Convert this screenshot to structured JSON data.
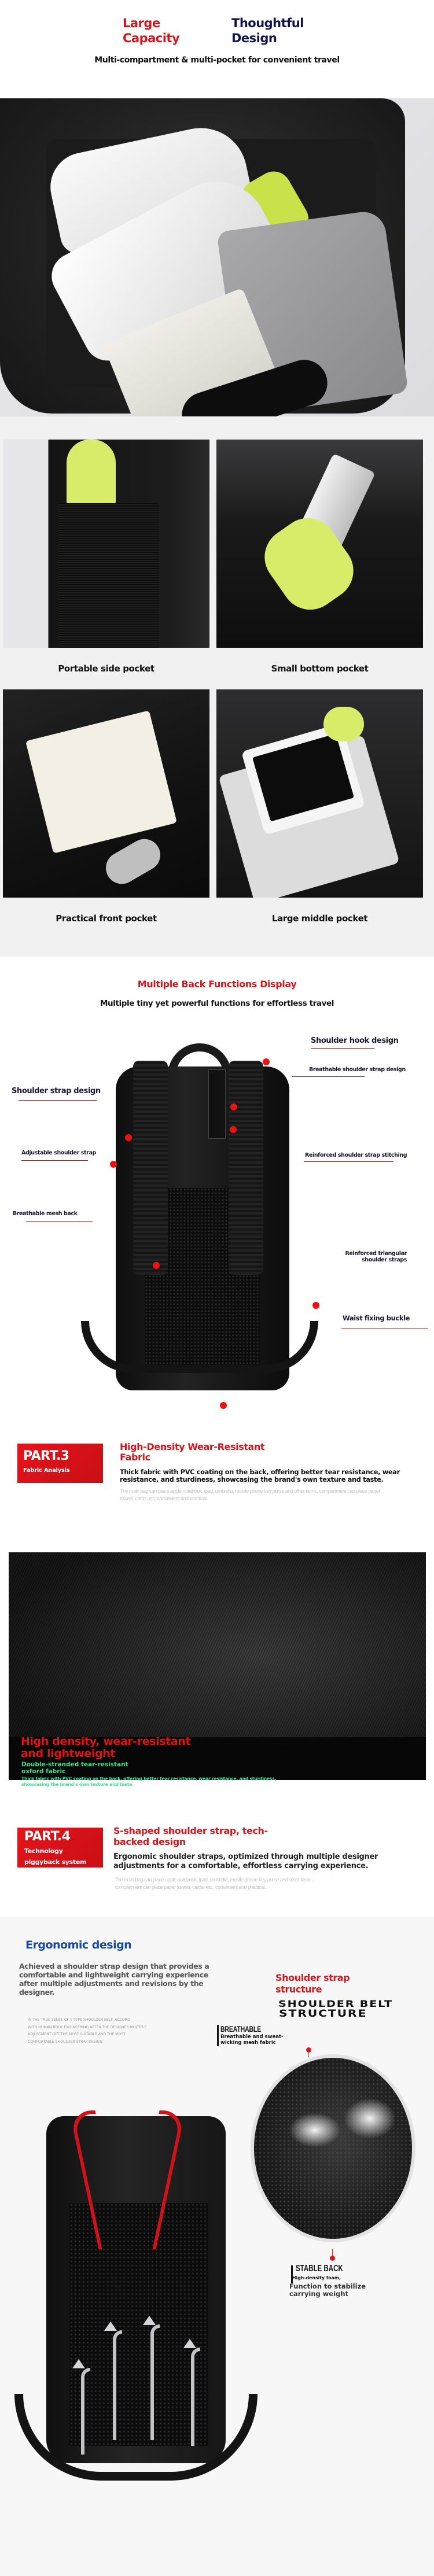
{
  "section_capacity": {
    "title_left": [
      "Large",
      "Capacity"
    ],
    "title_right": [
      "Thoughtful",
      "Design"
    ],
    "subtitle": "Multi-compartment & multi-pocket for convenient travel",
    "image": "backpack-main-compartment-open-photo"
  },
  "section_pockets": {
    "items": [
      {
        "label": "Portable side pocket",
        "image": "side-mesh-pocket-with-umbrella-photo"
      },
      {
        "label": "Small bottom pocket",
        "image": "bottom-pocket-with-umbrella-and-powerbank-photo"
      },
      {
        "label": "Practical front pocket",
        "image": "front-zip-pocket-with-notebook-photo"
      },
      {
        "label": "Large middle pocket",
        "image": "middle-pocket-with-tablet-and-laptop-photo"
      }
    ]
  },
  "section_back": {
    "title": "Multiple Back Functions Display",
    "subtitle": "Multiple tiny yet powerful functions for effortless travel",
    "callouts": {
      "shoulder_hook": "Shoulder hook design",
      "breathable_strap": "Breathable shoulder strap design",
      "shoulder_strap": "Shoulder strap design",
      "reinforced_stitching": "Reinforced shoulder strap stitching",
      "adjustable_strap": "Adjustable shoulder strap",
      "mesh_back": "Breathable mesh back",
      "triangular_straps": [
        "Reinforced triangular",
        "shoulder straps"
      ],
      "waist_buckle": "Waist fixing buckle"
    },
    "accent_color": "#d4161d"
  },
  "section_part3": {
    "badge_title": "PART.3",
    "badge_sub": "Fabric Analysis",
    "heading": [
      "High-Density Wear-Resistant",
      "Fabric"
    ],
    "body": "Thick fabric with PVC coating on the back, offering better tear resistance, wear resistance, and sturdiness, showcasing the brand's own texture and taste.",
    "faint": "The main bag can place apple notebook, ipad, umbrella, mobile phone key purse and other items, compartment can place paper towels, cards, etc, convenient and practical.",
    "overlay_title": [
      "High density, wear-resistant",
      "and lightweight"
    ],
    "overlay_sub": [
      "Double-stranded tear-resistant",
      "oxford fabric"
    ],
    "overlay_body": [
      "Thick fabric with PVC coating on the back, offering better tear resistance, wear resistance, and sturdiness,",
      "showcasing the brand's own texture and taste."
    ],
    "overlay_title_color": "#e01212",
    "overlay_sub_color": "#39e38f"
  },
  "section_part4": {
    "badge_title": "PART.4",
    "badge_sub": [
      "Technology",
      "piggyback system"
    ],
    "heading": [
      "S-shaped shoulder strap, tech-",
      "backed design"
    ],
    "body": [
      "Ergonomic shoulder straps, optimized through multiple designer",
      "adjustments for a comfortable, effortless carrying experience."
    ],
    "faint": [
      "The main bag can place apple notebook, ipad, umbrella, mobile phone key purse and other items,",
      "compartment can place paper towels, cards, etc., convenient and practical."
    ]
  },
  "section_ergonomic": {
    "title": "Ergonomic design",
    "description": "Achieved a shoulder strap design that provides a comfortable and lightweight carrying experience after multiple adjustments and revisions by the designer.",
    "caps_text": [
      "IN THE TRUE SENSE OF S TYPE SHOULDER BELT, ACCORD",
      "WITH HUMAN BODY ENGINEERING AFTER THE DESIGNER MULTIPLE",
      "ADJUSTMENT GET THE MOST SUITABLE AND THE MOST",
      "COMFORTABLE SHOULDER STRAP DESIGN."
    ],
    "structure_title": [
      "Shoulder strap",
      "structure"
    ],
    "structure_en": [
      "SHOULDER BELT",
      "STRUCTURE"
    ],
    "breathable": {
      "heading": "BREATHABLE",
      "text": [
        "Breathable and sweat-",
        "wicking mesh fabric"
      ]
    },
    "stable_back": {
      "heading": "STABLE BACK",
      "text1": "High-density foam,",
      "text2": [
        "Function to stabilize",
        "carrying weight"
      ]
    },
    "title_color": "#1a4aa0"
  }
}
